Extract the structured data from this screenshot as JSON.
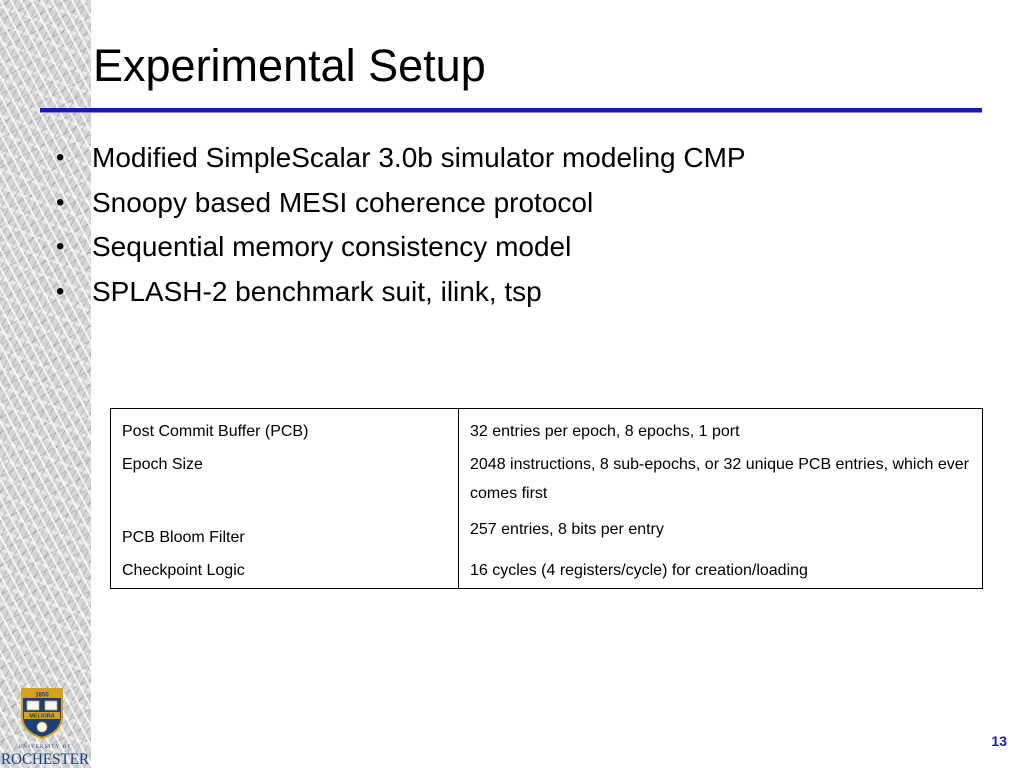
{
  "slide": {
    "title": "Experimental Setup",
    "page_number": "13"
  },
  "bullets": [
    "Modified SimpleScalar 3.0b simulator modeling CMP",
    "Snoopy based MESI coherence protocol",
    "Sequential memory consistency model",
    "SPLASH-2 benchmark suit, ilink, tsp"
  ],
  "bullet_marker": "•",
  "table": {
    "rows": [
      {
        "param": "Post Commit Buffer (PCB)",
        "value": "32 entries per epoch, 8 epochs, 1 port"
      },
      {
        "param": "Epoch Size",
        "value": "2048 instructions, 8 sub-epochs, or 32 unique PCB entries, which ever comes first"
      },
      {
        "param": "PCB Bloom Filter",
        "value": "257 entries, 8 bits per entry"
      },
      {
        "param": "Checkpoint Logic",
        "value": "16 cycles (4 registers/cycle) for creation/loading"
      }
    ]
  },
  "logo": {
    "shield_text": "MELIORA",
    "year": "1850",
    "arc_text": "UNIVERSITY OF",
    "name": "ROCHESTER"
  },
  "colors": {
    "accent": "#1a1aa8",
    "logo_blue": "#1a3f7a",
    "logo_gold": "#d4a21a"
  }
}
